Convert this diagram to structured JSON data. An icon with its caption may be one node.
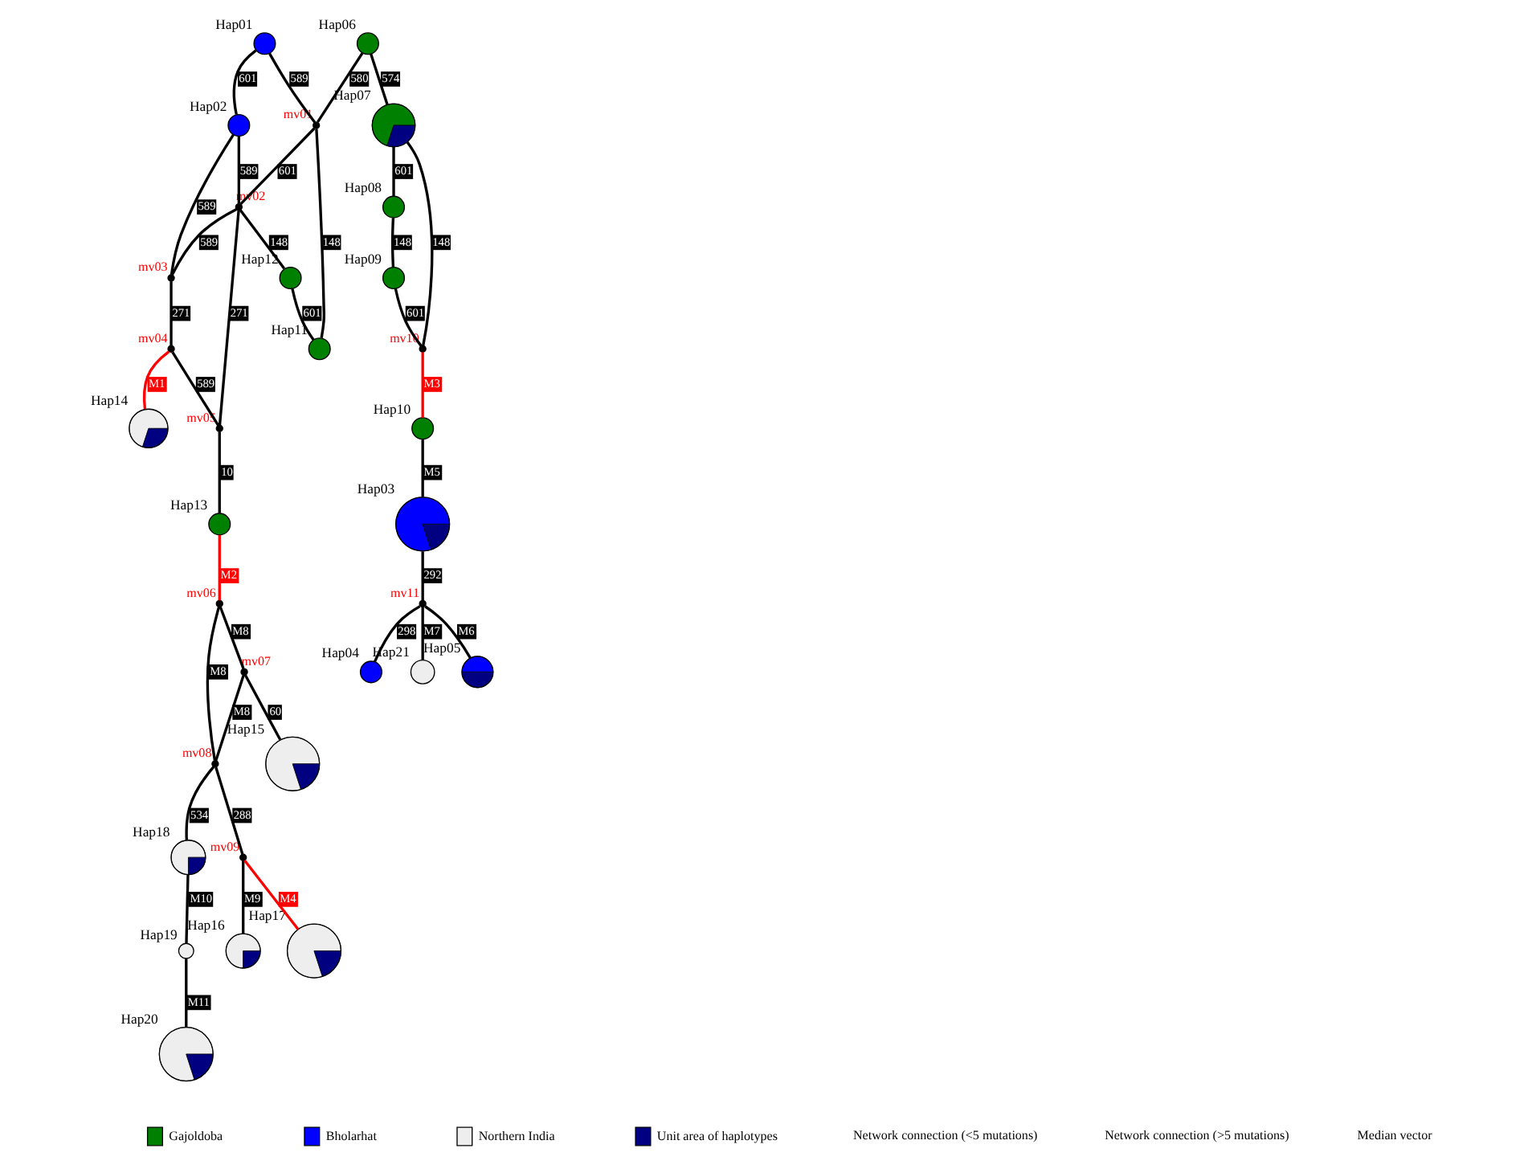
{
  "diagram": {
    "nodes": [
      {
        "text": [],
        "shape": "circle",
        "beside": [
          "Hap01"
        ]
      },
      {
        "text": [],
        "shape": "circle",
        "beside": [
          "Hap02"
        ]
      },
      {
        "text": [],
        "shape": "circle",
        "beside": [
          "mv03"
        ]
      },
      {
        "text": [],
        "shape": "circle",
        "beside": [
          "mv04"
        ]
      },
      {
        "text": [],
        "shape": "circle",
        "beside": [
          "Hap06"
        ]
      },
      {
        "text": [],
        "shape": "circle",
        "beside": [
          "mv01"
        ]
      },
      {
        "text": [],
        "shape": "circle",
        "beside": [
          "mv02"
        ]
      },
      {
        "text": [],
        "shape": "circle",
        "beside": [
          "mv05"
        ]
      },
      {
        "text": [],
        "shape": "circle",
        "beside": [
          "Hap14"
        ]
      },
      {
        "text": [],
        "shape": "circle",
        "beside": [
          "Hap07"
        ]
      },
      {
        "text": [],
        "shape": "circle",
        "beside": [
          "Hap12"
        ]
      },
      {
        "text": [],
        "shape": "circle",
        "beside": [
          "Hap13"
        ]
      },
      {
        "text": [],
        "shape": "circle",
        "beside": [
          "Hap11"
        ]
      },
      {
        "text": [],
        "shape": "circle",
        "beside": [
          "mv06"
        ]
      },
      {
        "text": [],
        "shape": "circle",
        "beside": [
          "Hap08"
        ]
      },
      {
        "text": [],
        "shape": "circle",
        "beside": [
          "mv10"
        ]
      },
      {
        "text": [],
        "shape": "circle",
        "beside": [
          "mv07"
        ]
      },
      {
        "text": [],
        "shape": "circle",
        "beside": [
          "Hap09"
        ]
      },
      {
        "text": [],
        "shape": "circle",
        "beside": [
          "Hap10"
        ]
      },
      {
        "text": [],
        "shape": "circle",
        "beside": [
          "mv08"
        ]
      },
      {
        "text": [],
        "shape": "circle",
        "beside": [
          "Hap15"
        ]
      },
      {
        "text": [],
        "shape": "circle",
        "beside": [
          "Hap18"
        ]
      },
      {
        "text": [],
        "shape": "circle",
        "beside": [
          "mv09"
        ]
      },
      {
        "text": [],
        "shape": "circle",
        "beside": [
          "Hap03"
        ]
      },
      {
        "text": [],
        "shape": "circle",
        "beside": [
          "Hap19"
        ]
      },
      {
        "text": [],
        "shape": "circle",
        "beside": [
          "Hap16"
        ]
      },
      {
        "text": [],
        "shape": "circle",
        "beside": [
          "Hap17"
        ]
      },
      {
        "text": [],
        "shape": "circle",
        "beside": [
          "Hap20"
        ]
      },
      {
        "text": [],
        "shape": "circle",
        "beside": [
          "mv11"
        ]
      },
      {
        "text": [],
        "shape": "circle",
        "beside": [
          "Hap05"
        ]
      },
      {
        "text": [],
        "shape": "circle",
        "beside": [
          "Hap04"
        ]
      },
      {
        "text": [],
        "shape": "circle",
        "beside": [
          "Hap21"
        ]
      }
    ],
    "edges": [
      {
        "from": 0,
        "to": 1,
        "arrow": "none",
        "label": "601"
      },
      {
        "from": 0,
        "to": 5,
        "arrow": "none",
        "label": "589"
      },
      {
        "from": 1,
        "to": 2,
        "arrow": "none",
        "label": "589"
      },
      {
        "from": 1,
        "to": 6,
        "arrow": "none",
        "label": "589"
      },
      {
        "from": 6,
        "to": 2,
        "arrow": "none",
        "label": "589"
      },
      {
        "from": 2,
        "to": 3,
        "arrow": "none",
        "label": "271"
      },
      {
        "from": 3,
        "to": 8,
        "arrow": "none",
        "label": "M1",
        "color": "#ff0000"
      },
      {
        "from": 3,
        "to": 7,
        "arrow": "none",
        "label": "589"
      },
      {
        "from": 4,
        "to": 5,
        "arrow": "none",
        "label": "580"
      },
      {
        "from": 5,
        "to": 6,
        "arrow": "none",
        "label": "601"
      },
      {
        "from": 6,
        "to": 7,
        "arrow": "none",
        "label": "271"
      },
      {
        "from": 5,
        "to": 12,
        "arrow": "none",
        "label": "148"
      },
      {
        "from": 6,
        "to": 10,
        "arrow": "none",
        "label": "148"
      },
      {
        "from": 10,
        "to": 12,
        "arrow": "none",
        "label": "601"
      },
      {
        "from": 7,
        "to": 11,
        "arrow": "none",
        "label": "10"
      },
      {
        "from": 11,
        "to": 13,
        "arrow": "none",
        "label": "M2",
        "color": "#ff0000"
      },
      {
        "from": 4,
        "to": 9,
        "arrow": "none",
        "label": "574"
      },
      {
        "from": 9,
        "to": 14,
        "arrow": "none",
        "label": "601"
      },
      {
        "from": 9,
        "to": 15,
        "arrow": "none",
        "label": "148"
      },
      {
        "from": 14,
        "to": 17,
        "arrow": "none",
        "label": "148"
      },
      {
        "from": 17,
        "to": 15,
        "arrow": "none",
        "label": "601"
      },
      {
        "from": 15,
        "to": 18,
        "arrow": "none",
        "label": "M3",
        "color": "#ff0000"
      },
      {
        "from": 18,
        "to": 23,
        "arrow": "none",
        "label": "M5"
      },
      {
        "from": 13,
        "to": 16,
        "arrow": "none",
        "label": "M8"
      },
      {
        "from": 13,
        "to": 19,
        "arrow": "none",
        "label": "M8"
      },
      {
        "from": 16,
        "to": 19,
        "arrow": "none",
        "label": "M8"
      },
      {
        "from": 16,
        "to": 20,
        "arrow": "none",
        "label": "60"
      },
      {
        "from": 19,
        "to": 22,
        "arrow": "none",
        "label": "288"
      },
      {
        "from": 19,
        "to": 21,
        "arrow": "none",
        "label": "534"
      },
      {
        "from": 22,
        "to": 25,
        "arrow": "none",
        "label": "M9"
      },
      {
        "from": 22,
        "to": 26,
        "arrow": "none",
        "label": "M4",
        "color": "#ff0000"
      },
      {
        "from": 21,
        "to": 24,
        "arrow": "none",
        "label": "M10"
      },
      {
        "from": 24,
        "to": 27,
        "arrow": "none",
        "label": "M11"
      },
      {
        "from": 23,
        "to": 28,
        "arrow": "none",
        "label": "292"
      },
      {
        "from": 28,
        "to": 29,
        "arrow": "none",
        "label": "M6"
      },
      {
        "from": 28,
        "to": 30,
        "arrow": "none",
        "label": "298"
      },
      {
        "from": 28,
        "to": 31,
        "arrow": "none",
        "label": "M7"
      }
    ],
    "legend": [
      {
        "text": "Gajoldoba",
        "color": "#008000"
      },
      {
        "text": "Bholarhat",
        "color": "#0000ff"
      },
      {
        "text": "Northern India",
        "color": "#eeeeee"
      },
      {
        "text": "Unit area of haplotypes",
        "color": "#000080"
      },
      {
        "text": "Network connection (<5 mutations)"
      },
      {
        "text": "Network connection (>5 mutations)"
      },
      {
        "text": "Median vector"
      }
    ]
  }
}
